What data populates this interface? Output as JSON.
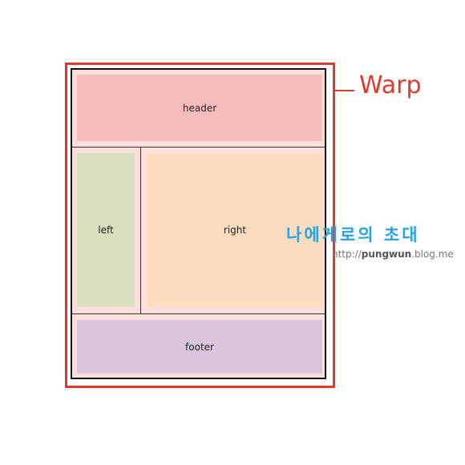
{
  "diagram": {
    "warp_label": "Warp",
    "sections": {
      "header": "header",
      "left": "left",
      "right": "right",
      "footer": "footer"
    },
    "colors": {
      "warp_border": "#e03a2a",
      "inner_background": "#fde0dc",
      "header_fill": "#fbbcbc",
      "left_fill": "#d9dfbe",
      "right_fill": "#fbdcbc",
      "footer_fill": "#dbc4dc"
    }
  },
  "watermark": {
    "title": "나에게로의 초대",
    "url_prefix": "http://",
    "url_domain": "pungwun",
    "url_suffix": ".blog.me"
  }
}
